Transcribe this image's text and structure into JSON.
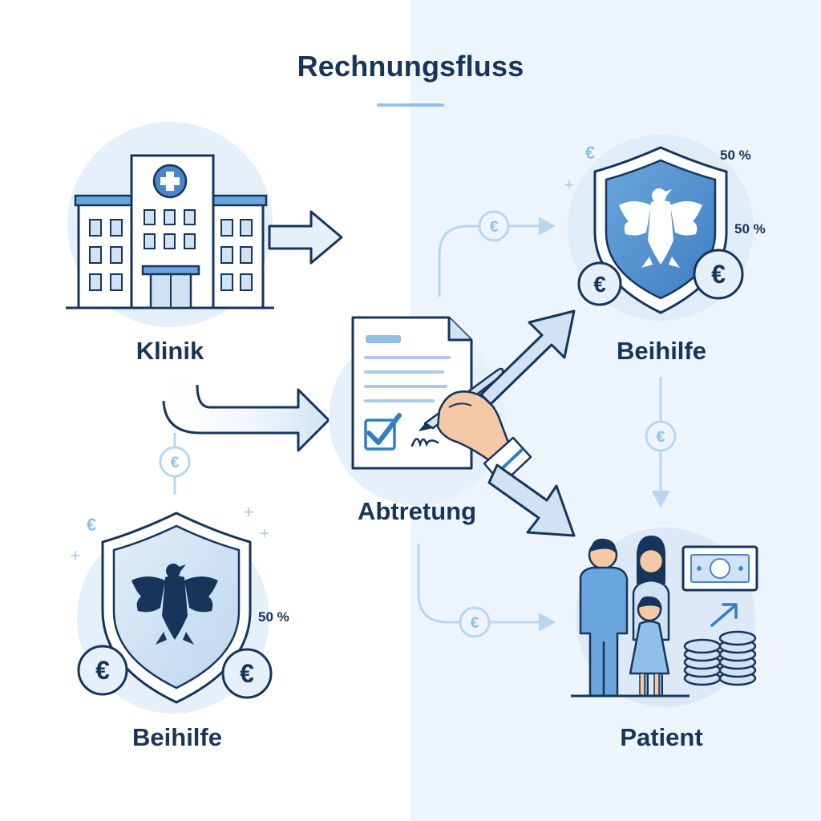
{
  "diagram": {
    "title": "Rechnungsfluss",
    "nodes": {
      "klinik": {
        "label": "Klinik"
      },
      "abtretung": {
        "label": "Abtretung"
      },
      "beihilfe_top": {
        "label": "Beihilfe",
        "share_a": "50 %",
        "share_b": "50 %"
      },
      "beihilfe_bottom": {
        "label": "Beihilfe",
        "share": "50 %"
      },
      "patient": {
        "label": "Patient"
      }
    },
    "symbols": {
      "euro": "€",
      "plus": "+"
    },
    "colors": {
      "navy": "#17345a",
      "primary_blue": "#4a86c8",
      "light_blue": "#cfe3f5",
      "pale_blue": "#e6f0fa",
      "arrow_blue": "#a9cbe9",
      "check_blue": "#2f7fc4"
    },
    "icons": [
      "hospital-icon",
      "document-icon",
      "pen-hand-icon",
      "shield-eagle-icon",
      "euro-coin-icon",
      "family-icon",
      "banknote-icon",
      "coin-stack-icon"
    ]
  }
}
